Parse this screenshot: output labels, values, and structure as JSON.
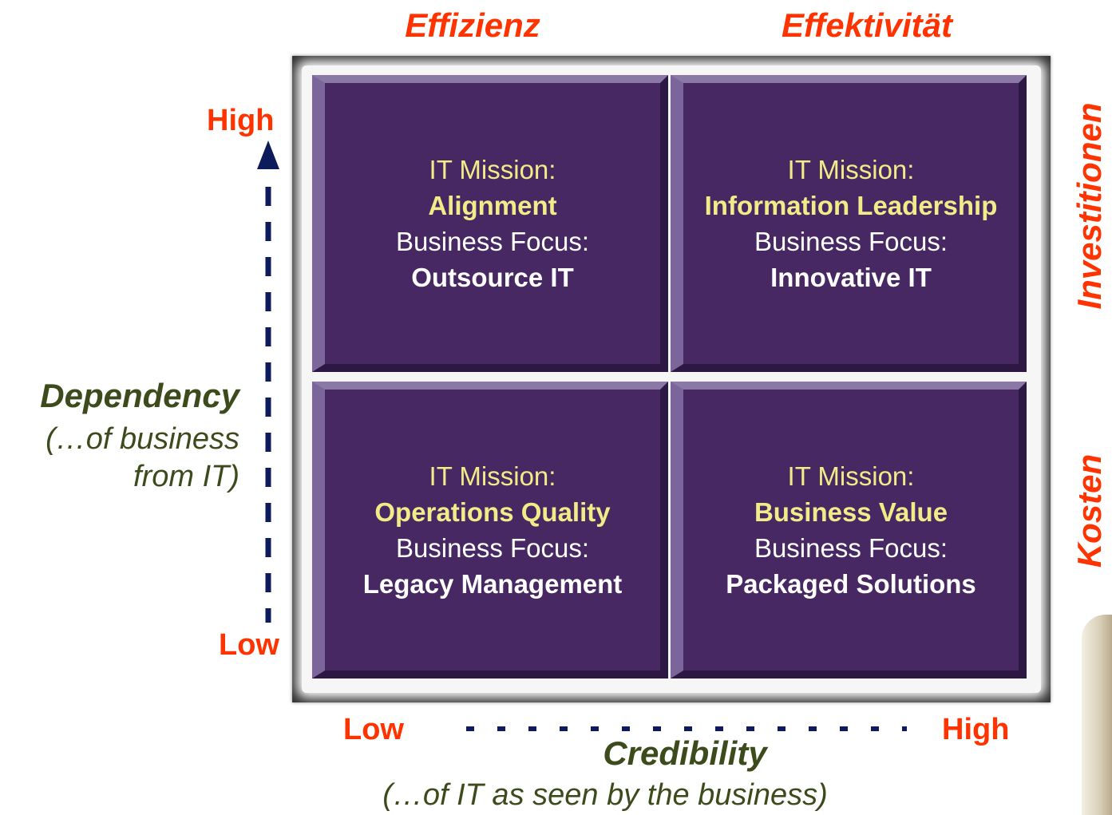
{
  "header": {
    "left_label": "Effizienz",
    "right_label": "Effektivität"
  },
  "side_labels": {
    "top": "Investitionen",
    "bottom": "Kosten"
  },
  "y_axis": {
    "high": "High",
    "low": "Low",
    "title": "Dependency",
    "subtitle_line1": "(…of business",
    "subtitle_line2": "from IT)"
  },
  "x_axis": {
    "low": "Low",
    "high": "High",
    "title": "Credibility",
    "subtitle": "(…of IT as seen by the business)"
  },
  "quadrants": [
    {
      "mission_label": "IT Mission:",
      "mission": "Alignment",
      "focus_label": "Business Focus:",
      "focus": "Outsource IT"
    },
    {
      "mission_label": "IT Mission:",
      "mission": "Information Leadership",
      "focus_label": "Business Focus:",
      "focus": "Innovative IT"
    },
    {
      "mission_label": "IT Mission:",
      "mission": "Operations Quality",
      "focus_label": "Business Focus:",
      "focus": "Legacy Management"
    },
    {
      "mission_label": "IT Mission:",
      "mission": "Business Value",
      "focus_label": "Business Focus:",
      "focus": "Packaged Solutions"
    }
  ],
  "colors": {
    "accent": "#ff3300",
    "axis_text": "#3d4a1c",
    "quadrant_fill": "#472863",
    "mission_text": "#f2eb88",
    "arrow": "#0d1a5c"
  }
}
